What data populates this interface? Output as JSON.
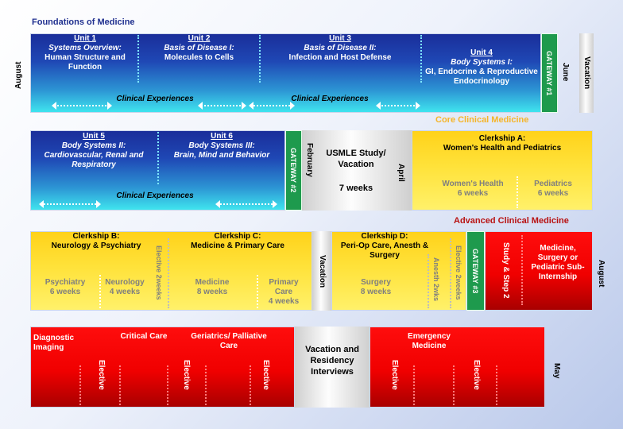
{
  "sections": {
    "foundations": "Foundations of Medicine",
    "core": "Core Clinical Medicine",
    "advanced": "Advanced Clinical Medicine"
  },
  "row1": {
    "side_left": "August",
    "units": [
      {
        "label": "Unit 1",
        "subtitle": "Systems Overview:",
        "body": "Human Structure and Function"
      },
      {
        "label": "Unit 2",
        "subtitle": "Basis of Disease I:",
        "body": "Molecules to Cells"
      },
      {
        "label": "Unit 3",
        "subtitle": "Basis of Disease II:",
        "body": "Infection and Host Defense"
      },
      {
        "label": "Unit 4",
        "subtitle": "Body Systems I:",
        "body": "GI, Endocrine & Reproductive Endocrinology"
      }
    ],
    "clinical": [
      "Clinical Experiences",
      "Clinical Experiences"
    ],
    "gateway": "GATEWAY #1",
    "june": "June",
    "vacation": "Vacation"
  },
  "row2": {
    "units": [
      {
        "label": "Unit  5",
        "subtitle": "Body Systems II:",
        "body": "Cardiovascular, Renal and Respiratory"
      },
      {
        "label": "Unit 6",
        "subtitle": "Body Systems III:",
        "body": "Brain, Mind and Behavior"
      }
    ],
    "clinical": "Clinical Experiences",
    "gateway": "GATEWAY #2",
    "february": "February",
    "usmle": "USMLE Study/ Vacation",
    "usmle_weeks": "7 weeks",
    "april": "April",
    "clerkship_a": {
      "title": "Clerkship A:",
      "subtitle": "Women's Health and Pediatrics",
      "parts": [
        {
          "name": "Women's Health",
          "weeks": "6 weeks"
        },
        {
          "name": "Pediatrics",
          "weeks": "6 weeks"
        }
      ]
    }
  },
  "row3": {
    "clerkship_b": {
      "title": "Clerkship B:",
      "subtitle": "Neurology & Psychiatry",
      "parts": [
        {
          "name": "Psychiatry",
          "weeks": "6 weeks"
        },
        {
          "name": "Neurology",
          "weeks": "4 weeks"
        }
      ],
      "elective": "Elective 2weeks"
    },
    "clerkship_c": {
      "title": "Clerkship C:",
      "subtitle": "Medicine & Primary Care",
      "parts": [
        {
          "name": "Medicine",
          "weeks": "8 weeks"
        },
        {
          "name": "Primary Care",
          "weeks": "4 weeks"
        }
      ]
    },
    "vacation": "Vacation",
    "clerkship_d": {
      "title": "Clerkship D:",
      "subtitle": "Peri-Op Care, Anesth & Surgery",
      "parts": [
        {
          "name": "Surgery",
          "weeks": "8 weeks"
        }
      ],
      "anesth": "Anesth 2wks",
      "elective": "Elective 2weeks"
    },
    "gateway": "GATEWAY #3",
    "study": "Study & Step 2",
    "subintern": "Medicine, Surgery or Pediatric Sub-Internship",
    "side_right": "August"
  },
  "row4": {
    "diagnostic": "Diagnostic Imaging",
    "critical": "Critical Care",
    "geriatrics": "Geriatrics/ Palliative Care",
    "elective": "Elective",
    "vacation": "Vacation and Residency Interviews",
    "emergency": "Emergency Medicine",
    "may": "May"
  },
  "colors": {
    "section_blue": "#1f2f8f",
    "section_orange": "#f5b52a",
    "section_red": "#b81212",
    "gateway_green": "#1e9a4d",
    "dotted_cyan": "#7fe8ff",
    "dotted_red": "#ff7d7d",
    "dotted_gray": "#bdbdbd"
  }
}
